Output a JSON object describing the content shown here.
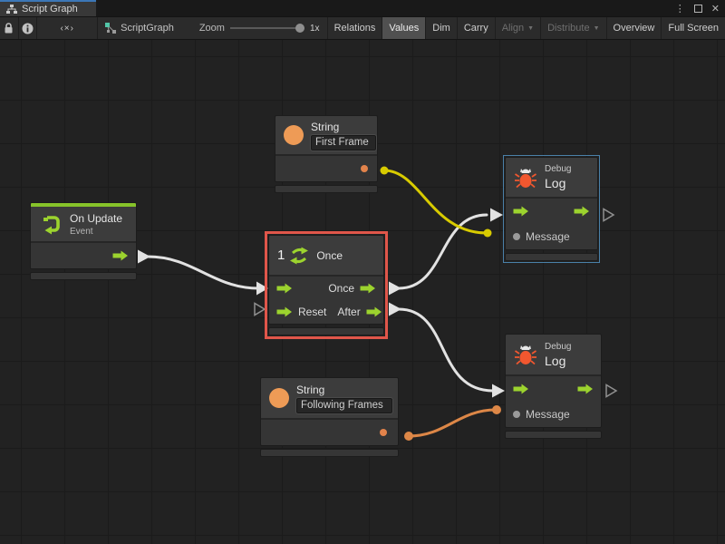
{
  "tab": {
    "title": "Script Graph"
  },
  "window_controls": {
    "kebab": "⋮",
    "close": "✕"
  },
  "toolbar": {
    "code_glyph": "‹×›",
    "breadcrumb": "ScriptGraph",
    "zoom_label": "Zoom",
    "zoom_value": "1x",
    "dropdown_glyph": "▼",
    "buttons": {
      "relations": "Relations",
      "values": "Values",
      "dim": "Dim",
      "carry": "Carry",
      "align": "Align",
      "distribute": "Distribute",
      "overview": "Overview",
      "fullscreen": "Full Screen"
    }
  },
  "graph": {
    "nodes": {
      "on_update": {
        "title": "On Update",
        "subtitle": "Event"
      },
      "string_first": {
        "title": "String",
        "value": "First Frame"
      },
      "once": {
        "title": "Once",
        "out1": "Once",
        "in2": "Reset",
        "out2": "After"
      },
      "debug_top": {
        "subtitle": "Debug",
        "title": "Log",
        "message": "Message"
      },
      "debug_bottom": {
        "subtitle": "Debug",
        "title": "Log",
        "message": "Message"
      },
      "string_following": {
        "title": "String",
        "value": "Following Frames"
      }
    },
    "colors": {
      "control_wire": "#e2e2e2",
      "yellow_wire": "#d8cb00",
      "orange_wire": "#dd8747",
      "port_green": "#9cd32e",
      "port_orange": "#ee9b56",
      "selection_red": "#e0564a",
      "highlight_blue": "#4a80a8",
      "event_green": "#87c42a",
      "bug_red": "#f1572f"
    }
  }
}
